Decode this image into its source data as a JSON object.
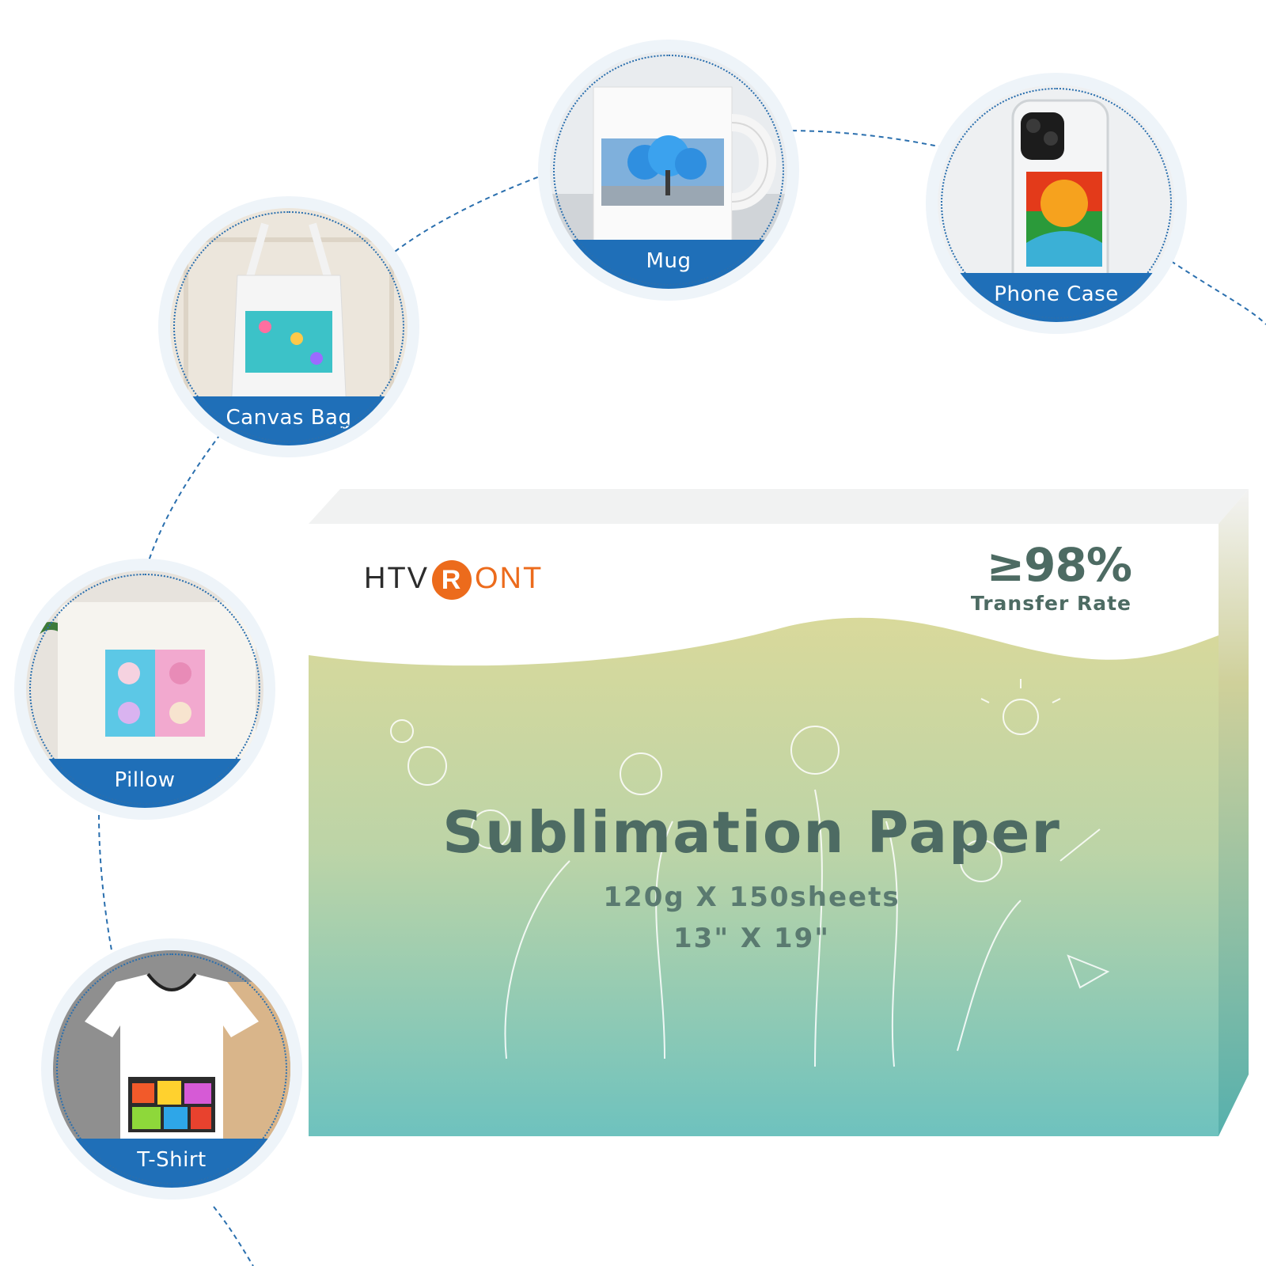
{
  "uses": [
    {
      "label": "Mug",
      "icon": "mug-photo"
    },
    {
      "label": "Phone Case",
      "icon": "phone-case-photo"
    },
    {
      "label": "Canvas Bag",
      "icon": "canvas-bag-photo"
    },
    {
      "label": "Pillow",
      "icon": "pillow-photo"
    },
    {
      "label": "T-Shirt",
      "icon": "t-shirt-photo"
    }
  ],
  "box": {
    "brand_prefix": "HTV",
    "brand_badge": "R",
    "brand_suffix": "ONT",
    "transfer_rate_value": "≥98%",
    "transfer_rate_label": "Transfer Rate",
    "product_title": "Sublimation Paper",
    "spec_weight_count": "120g X 150sheets",
    "spec_size": "13\" X 19\""
  },
  "colors": {
    "label_band": "#1f6fb8",
    "connector": "#2a6fae",
    "brand_orange": "#ec6b1c",
    "title_green": "#4d6b63"
  }
}
